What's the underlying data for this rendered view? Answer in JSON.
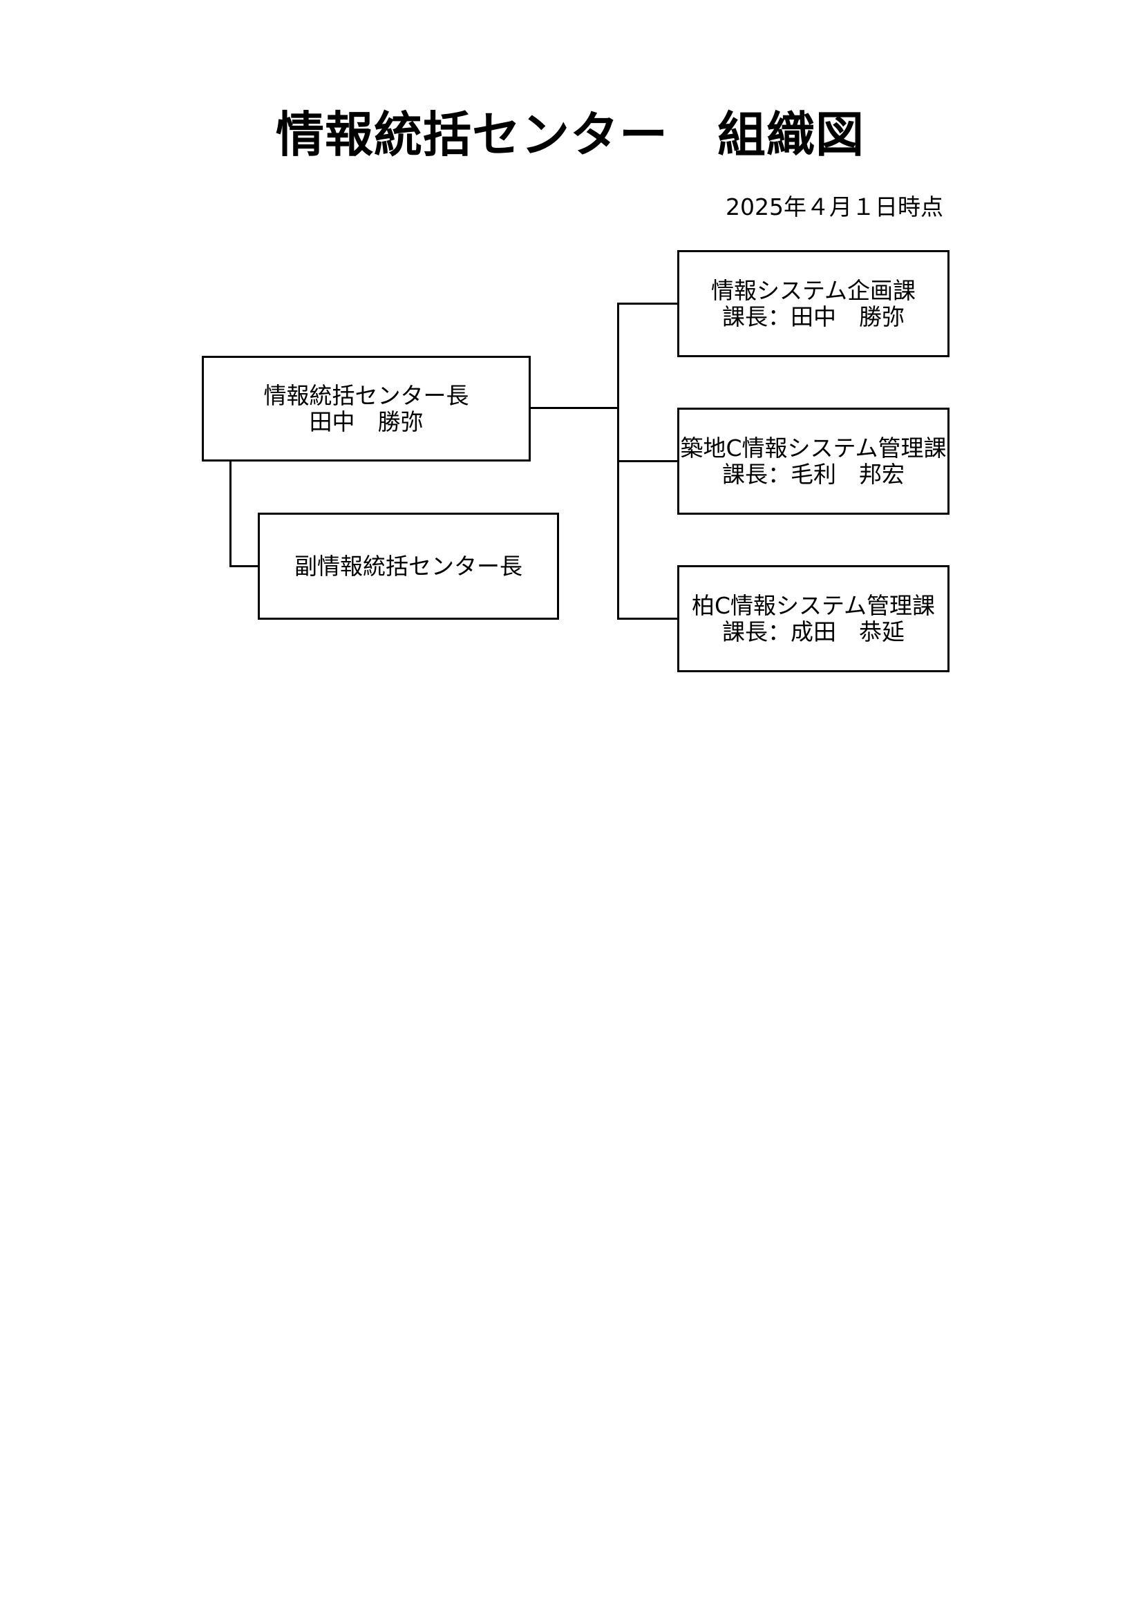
{
  "title": "情報統括センター　組織図",
  "as_of": "2025年４月１日時点",
  "nodes": {
    "head": {
      "title": "情報統括センター長",
      "name": "田中　勝弥"
    },
    "deputy": {
      "title": "副情報統括センター長"
    },
    "planning": {
      "title": "情報システム企画課",
      "manager": "課長：田中　勝弥"
    },
    "tsukiji": {
      "title": "築地C情報システム管理課",
      "manager": "課長：毛利　邦宏"
    },
    "kashiwa": {
      "title": "柏C情報システム管理課",
      "manager": "課長：成田　恭延"
    }
  }
}
